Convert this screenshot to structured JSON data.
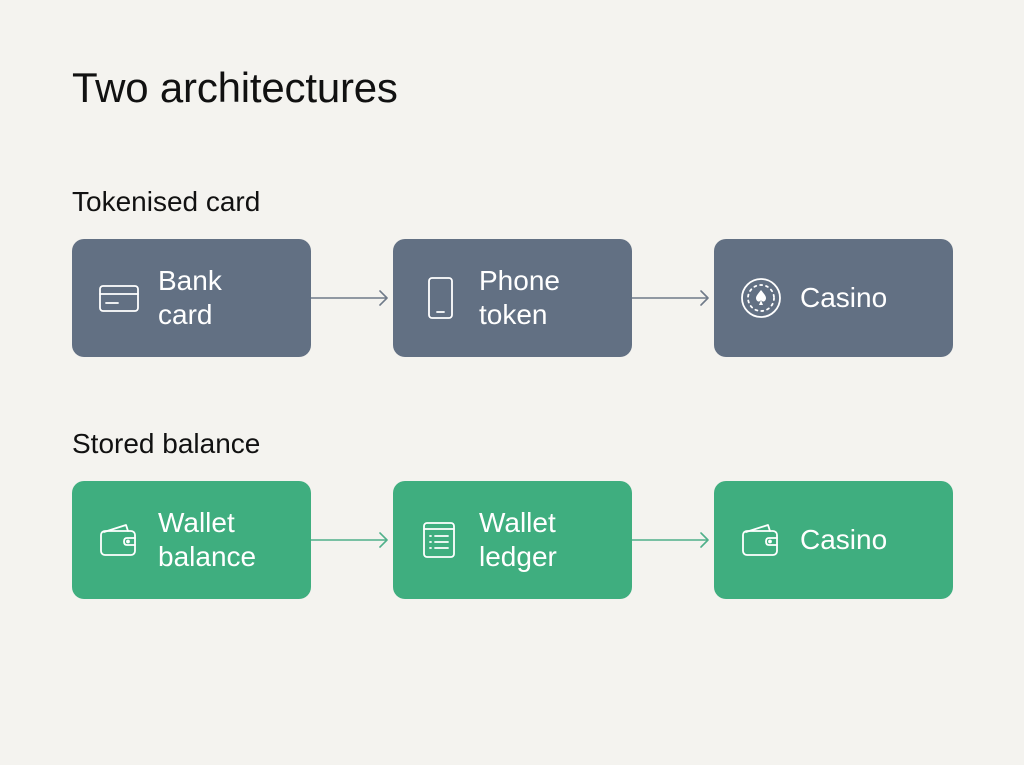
{
  "title": "Two architectures",
  "colors": {
    "background": "#f4f3ef",
    "tokenised_node": "#627083",
    "tokenised_arrow": "#6f7a89",
    "stored_node": "#3fae7f",
    "stored_arrow": "#4fb08a"
  },
  "sections": [
    {
      "label": "Tokenised card",
      "nodes": [
        {
          "label": "Bank\ncard",
          "icon": "credit-card-icon"
        },
        {
          "label": "Phone\ntoken",
          "icon": "smartphone-icon"
        },
        {
          "label": "Casino",
          "icon": "casino-chip-icon"
        }
      ]
    },
    {
      "label": "Stored balance",
      "nodes": [
        {
          "label": "Wallet\nbalance",
          "icon": "wallet-icon"
        },
        {
          "label": "Wallet\nledger",
          "icon": "ledger-icon"
        },
        {
          "label": "Casino",
          "icon": "wallet-icon"
        }
      ]
    }
  ]
}
